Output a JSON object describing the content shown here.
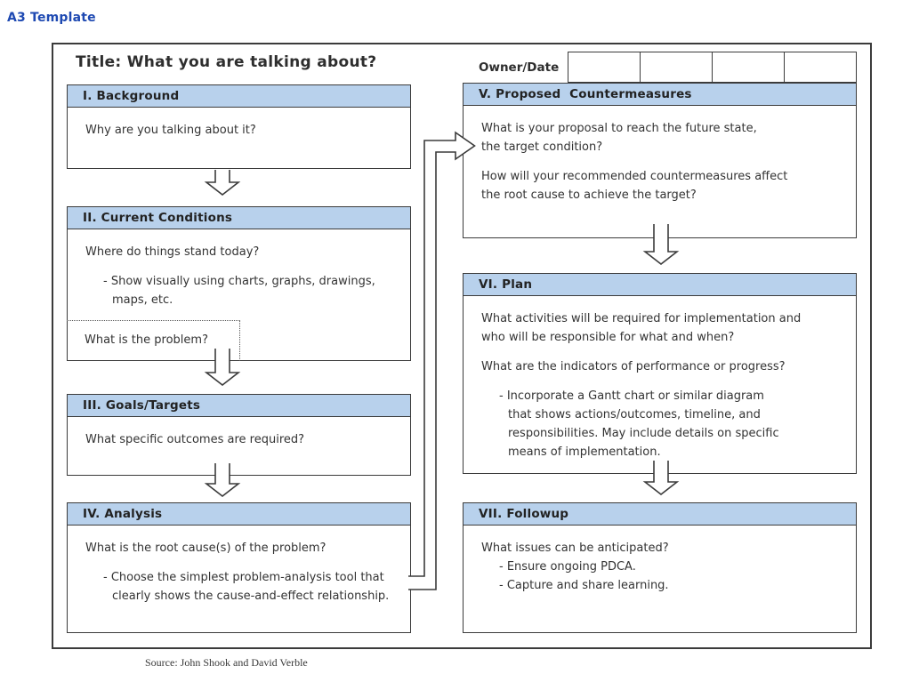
{
  "page": {
    "label": "A3 Template",
    "source_note": "Source: John Shook and David Verble",
    "colors": {
      "accent_blue": "#1e49b2",
      "header_fill": "#b8d1ec",
      "border": "#3b3b3b",
      "text": "#333333"
    }
  },
  "form": {
    "title": "Title: What you are talking about?",
    "owner_date": {
      "label": "Owner/Date",
      "cell_count": 4
    }
  },
  "sections": [
    {
      "id": "I",
      "header": "I. Background",
      "lines": [
        {
          "text": "Why are you talking about it?",
          "indent": 0
        }
      ]
    },
    {
      "id": "II",
      "header": "II. Current Conditions",
      "lines": [
        {
          "text": "Where do things stand today?",
          "indent": 0
        },
        {
          "text": "- Show visually using charts, graphs, drawings,",
          "indent": 1,
          "gap": true
        },
        {
          "text": "maps, etc.",
          "indent": 2
        }
      ],
      "dotted_note": "What is the problem?"
    },
    {
      "id": "III",
      "header": "III. Goals/Targets",
      "lines": [
        {
          "text": "What specific outcomes are required?",
          "indent": 0
        }
      ]
    },
    {
      "id": "IV",
      "header": "IV. Analysis",
      "lines": [
        {
          "text": "What is the root cause(s) of the problem?",
          "indent": 0
        },
        {
          "text": "- Choose the simplest problem-analysis tool that",
          "indent": 1,
          "gap": true
        },
        {
          "text": "clearly shows the cause-and-effect relationship.",
          "indent": 2
        }
      ]
    },
    {
      "id": "V",
      "header": "V. Proposed  Countermeasures",
      "lines": [
        {
          "text": "What is your proposal to reach the future state,",
          "indent": 0
        },
        {
          "text": "the target condition?",
          "indent": 0
        },
        {
          "text": "How will your recommended countermeasures affect",
          "indent": 0,
          "gap": true
        },
        {
          "text": "the root cause to achieve the target?",
          "indent": 0
        }
      ]
    },
    {
      "id": "VI",
      "header": "VI. Plan",
      "lines": [
        {
          "text": "What activities will be required for implementation and",
          "indent": 0
        },
        {
          "text": "who will be responsible for what and when?",
          "indent": 0
        },
        {
          "text": "What are the indicators of performance or progress?",
          "indent": 0,
          "gap": true
        },
        {
          "text": "- Incorporate a Gantt chart or similar diagram",
          "indent": 1,
          "gap": true
        },
        {
          "text": "that shows actions/outcomes, timeline, and",
          "indent": 2
        },
        {
          "text": "responsibilities. May include details on specific",
          "indent": 2
        },
        {
          "text": "means of implementation.",
          "indent": 2
        }
      ]
    },
    {
      "id": "VII",
      "header": "VII. Followup",
      "lines": [
        {
          "text": "What issues can be anticipated?",
          "indent": 0
        },
        {
          "text": "- Ensure ongoing PDCA.",
          "indent": 1
        },
        {
          "text": "- Capture and share learning.",
          "indent": 1
        }
      ]
    }
  ]
}
